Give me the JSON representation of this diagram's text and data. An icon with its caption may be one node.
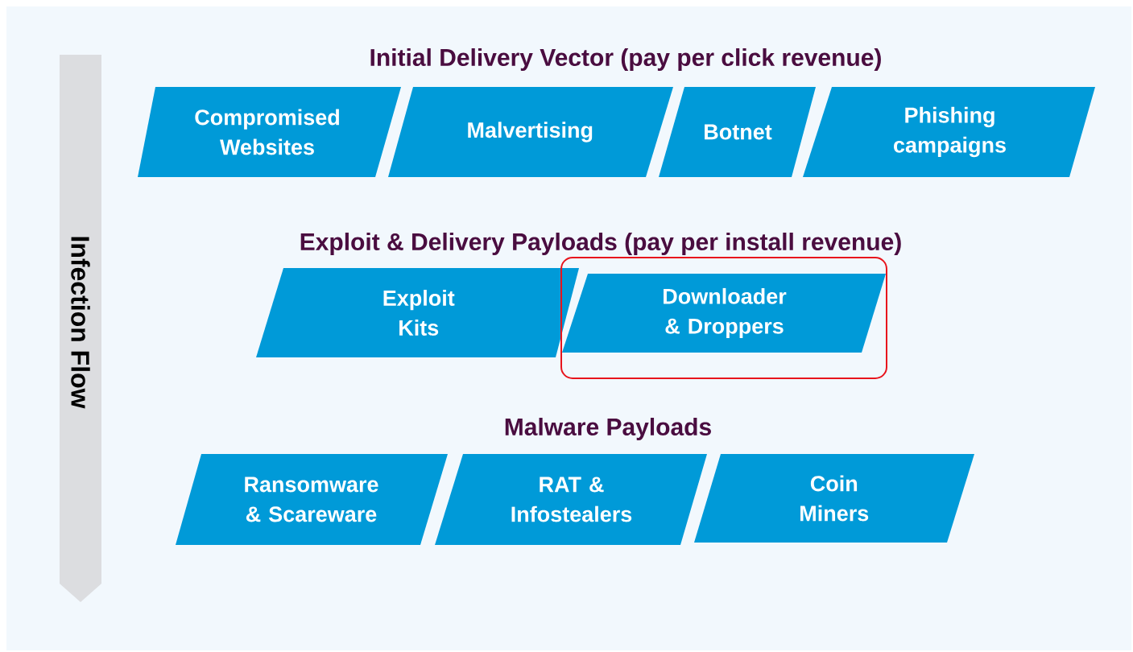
{
  "diagram": {
    "nodes": [
      {
        "text": [
          "Infection Flow"
        ]
      },
      {
        "text": [
          "Compromised Websites"
        ]
      },
      {
        "text": [
          "Malvertising"
        ]
      },
      {
        "text": [
          "Botnet"
        ]
      },
      {
        "text": [
          "Phishing campaigns"
        ]
      },
      {
        "text": [
          "Exploit Kits"
        ]
      },
      {
        "text": [],
        "shape": "box"
      },
      {
        "text": [
          "Downloader & Droppers"
        ],
        "in": 6
      },
      {
        "text": [
          "Ransomware & Scareware"
        ]
      },
      {
        "text": [
          "RAT & Infostealers"
        ]
      },
      {
        "text": [
          "Coin Miners"
        ]
      }
    ],
    "labels": [
      "Initial Delivery Vector (pay per click revenue)",
      "Exploit & Delivery Payloads (pay per install revenue)",
      "Malware Payloads"
    ]
  }
}
